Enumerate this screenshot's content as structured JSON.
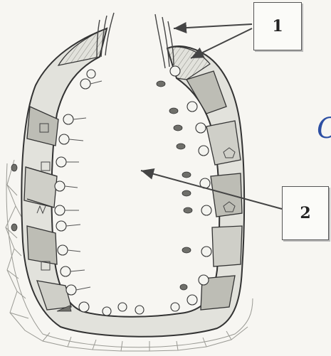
{
  "labels": {
    "one": "1",
    "two": "2"
  },
  "handwriting": "C",
  "colors": {
    "ink": "#333333",
    "organ_fill": "#e2e2dc",
    "segment_fill": "#bdbdb5",
    "dark_fill": "#6f6f6a",
    "pen": "#2d4fa3"
  }
}
